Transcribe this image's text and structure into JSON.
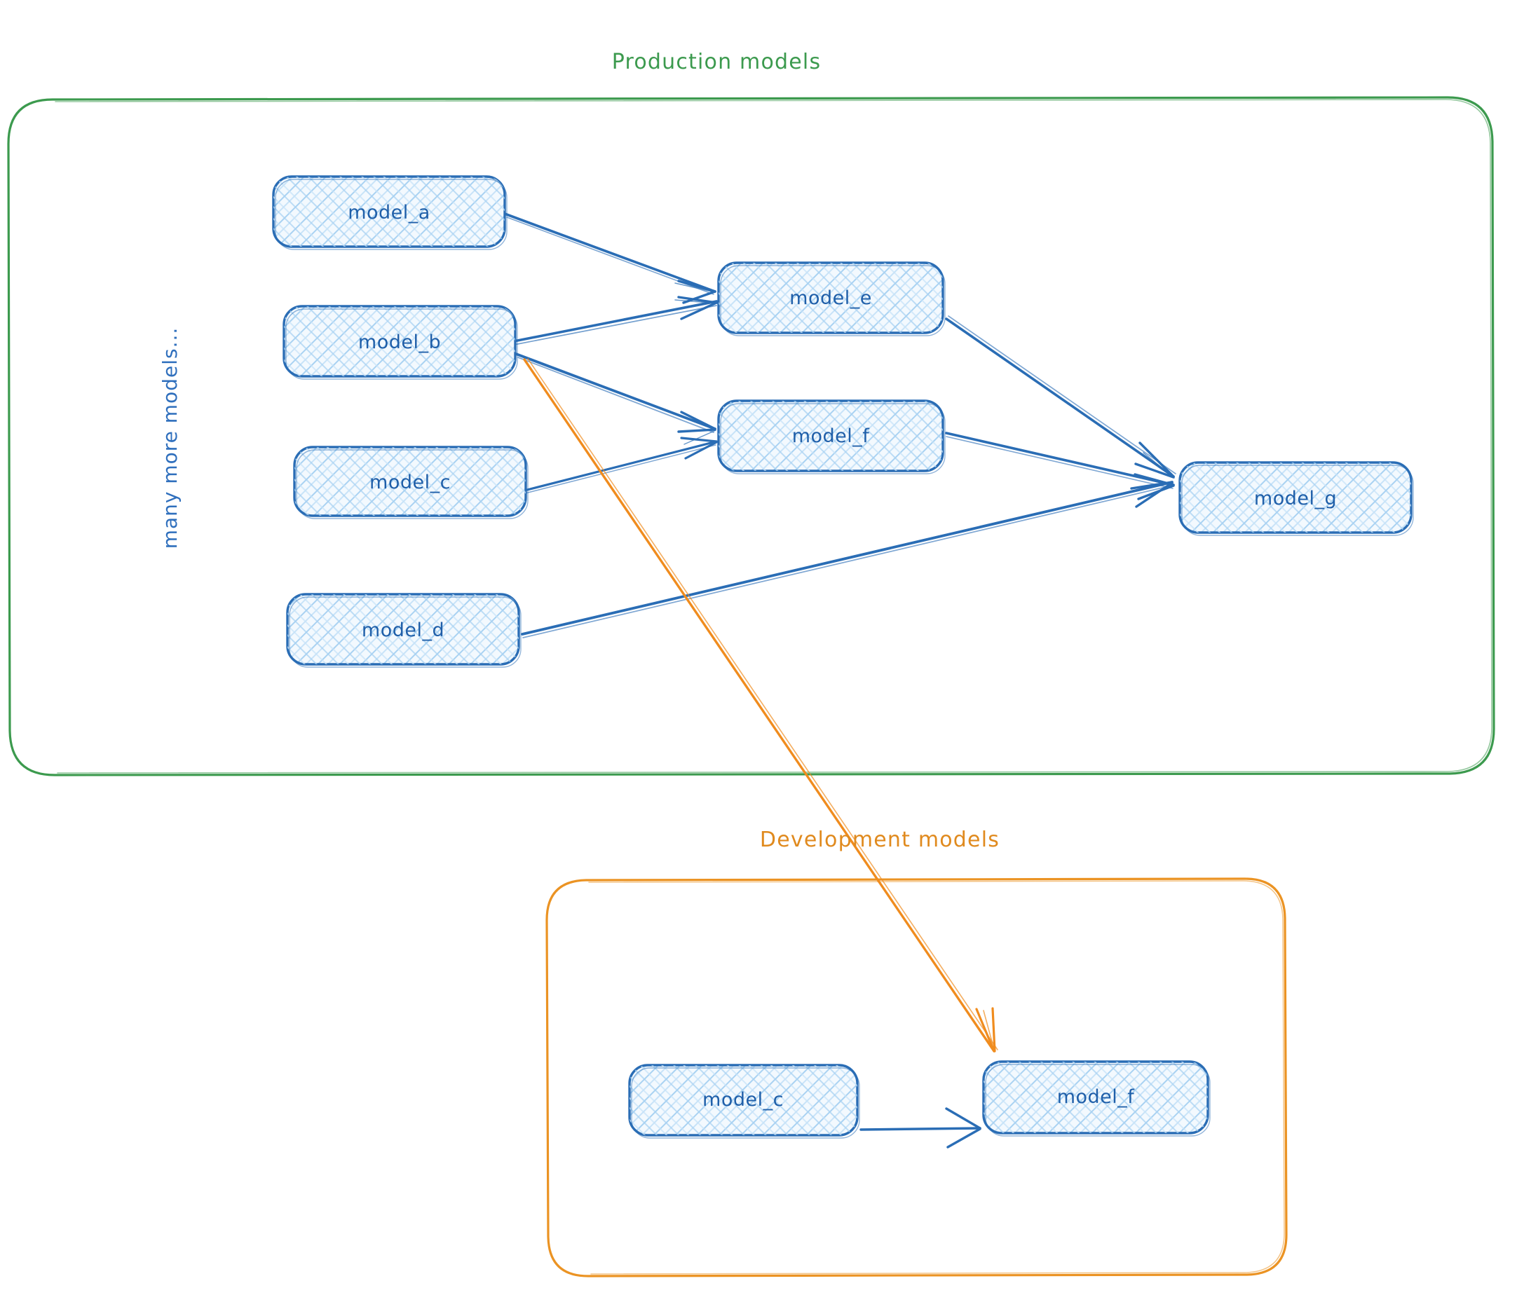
{
  "diagram": {
    "type": "dag-flow",
    "title_absent": true,
    "colors": {
      "production_border": "#3c9a4e",
      "production_title": "#3c9a4e",
      "development_border": "#eb9323",
      "development_title": "#e08a1e",
      "node_border": "#2a6db5",
      "node_fill_light": "#e8f2fc",
      "node_hatch": "#9fcbf0",
      "node_text": "#1f5fa9",
      "edge_blue": "#2a6db5",
      "edge_orange": "#f08c1e",
      "side_note_text": "#2f6fbd",
      "background": "#ffffff"
    },
    "groups": [
      {
        "id": "production",
        "title": "Production models",
        "side_note": "many more models...",
        "nodes": [
          {
            "id": "prod_model_a",
            "label": "model_a"
          },
          {
            "id": "prod_model_b",
            "label": "model_b"
          },
          {
            "id": "prod_model_c",
            "label": "model_c"
          },
          {
            "id": "prod_model_d",
            "label": "model_d"
          },
          {
            "id": "prod_model_e",
            "label": "model_e"
          },
          {
            "id": "prod_model_f",
            "label": "model_f"
          },
          {
            "id": "prod_model_g",
            "label": "model_g"
          }
        ],
        "edges": [
          {
            "from": "model_a",
            "to": "model_e",
            "color": "blue"
          },
          {
            "from": "model_b",
            "to": "model_e",
            "color": "blue"
          },
          {
            "from": "model_b",
            "to": "model_f",
            "color": "blue"
          },
          {
            "from": "model_c",
            "to": "model_f",
            "color": "blue"
          },
          {
            "from": "model_d",
            "to": "model_g",
            "color": "blue"
          },
          {
            "from": "model_e",
            "to": "model_g",
            "color": "blue"
          },
          {
            "from": "model_f",
            "to": "model_g",
            "color": "blue"
          }
        ]
      },
      {
        "id": "development",
        "title": "Development models",
        "nodes": [
          {
            "id": "dev_model_c",
            "label": "model_c"
          },
          {
            "id": "dev_model_f",
            "label": "model_f"
          }
        ],
        "edges": [
          {
            "from": "model_c",
            "to": "model_f",
            "color": "blue"
          }
        ]
      }
    ],
    "cross_group_edges": [
      {
        "from": "prod_model_b",
        "to": "dev_model_f",
        "color": "orange"
      }
    ]
  }
}
